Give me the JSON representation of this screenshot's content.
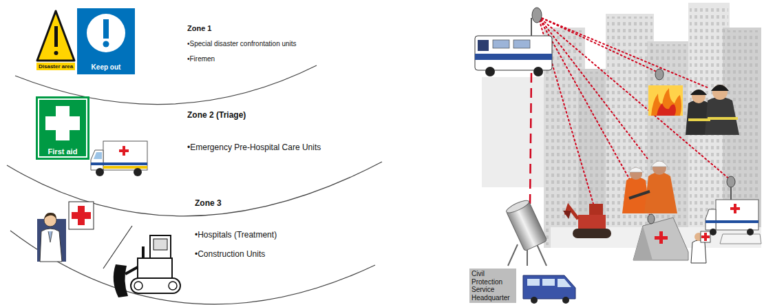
{
  "diagram": {
    "nodes": [
      {
        "text": [
          "Disaster area"
        ]
      },
      {
        "text": [
          "Keep out"
        ]
      },
      {
        "text": [
          "First aid"
        ]
      },
      {
        "text": [
          "Civil Protection Service Headquarter"
        ]
      }
    ],
    "labels": [
      "Zone 1",
      "•Special disaster confrontation units",
      "•Firemen",
      "Zone 2 (Triage)",
      "•Emergency Pre-Hospital Care Units",
      "Zone 3",
      "•Hospitals (Treatment)",
      "•Construction Units"
    ]
  }
}
